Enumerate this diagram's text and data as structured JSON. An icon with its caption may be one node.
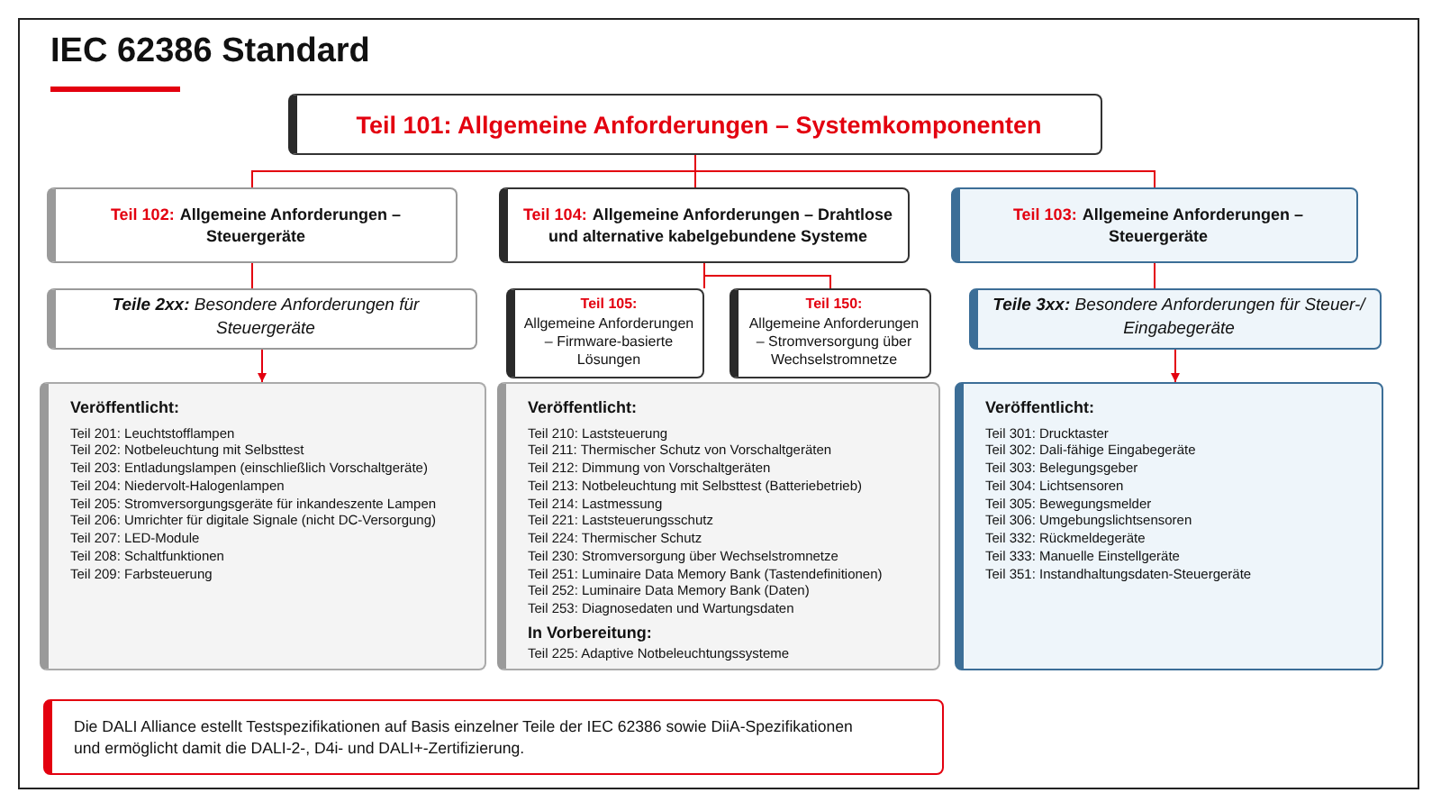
{
  "diagram": {
    "title": "IEC 62386 Standard",
    "nodes": [
      {
        "text": [
          "Teil 101: Allgemeine Anforderungen – Systemkomponenten"
        ]
      },
      {
        "text": [
          "Teil 102:",
          "Allgemeine Anforderungen – Steuergeräte"
        ]
      },
      {
        "text": [
          "Teil 104:",
          "Allgemeine Anforderungen – Drahtlose und alternative kabelgebundene Systeme"
        ]
      },
      {
        "text": [
          "Teil 103:",
          "Allgemeine Anforderungen – Steuergeräte"
        ]
      },
      {
        "text": [
          "**Teile 2xx:** Besondere Anforderungen für Steuergeräte"
        ]
      },
      {
        "text": [
          "Teil 105:",
          "Allgemeine Anforderungen – Firmware-basierte Lösungen"
        ]
      },
      {
        "text": [
          "Teil 150:",
          "Allgemeine Anforderungen – Stromversorgung über Wechselstromnetze"
        ]
      },
      {
        "text": [
          "**Teile 3xx:** Besondere Anforderungen für Steuer-/ Eingabegeräte"
        ]
      },
      {
        "text": [
          "Veröffentlicht:",
          "Teil 201: Leuchtstofflampen",
          "Teil 202: Notbeleuchtung mit Selbsttest",
          "Teil 203: Entladungslampen (einschließlich Vorschaltgeräte)",
          "Teil 204: Niedervolt-Halogenlampen",
          "Teil 205: Stromversorgungsgeräte für inkandeszente Lampen",
          "Teil 206: Umrichter für digitale Signale (nicht DC-Versorgung)",
          "Teil 207: LED-Module",
          "Teil 208: Schaltfunktionen",
          "Teil 209: Farbsteuerung"
        ]
      },
      {
        "text": [
          "Veröffentlicht:",
          "Teil 210: Laststeuerung",
          "Teil 211: Thermischer Schutz von Vorschaltgeräten",
          "Teil 212: Dimmung von Vorschaltgeräten",
          "Teil 213: Notbeleuchtung mit Selbsttest (Batteriebetrieb)",
          "Teil 214: Lastmessung",
          "Teil 221: Laststeuerungsschutz",
          "Teil 224: Thermischer Schutz",
          "Teil 230: Stromversorgung über Wechselstromnetze",
          "Teil 251: Luminaire Data Memory Bank (Tastendefinitionen)",
          "Teil 252: Luminaire Data Memory Bank (Daten)",
          "Teil 253: Diagnosedaten und Wartungsdaten",
          "In Vorbereitung:",
          "Teil 225: Adaptive Notbeleuchtungssysteme"
        ]
      },
      {
        "text": [
          "Veröffentlicht:",
          "Teil 301: Drucktaster",
          "Teil 302: Dali-fähige Eingabegeräte",
          "Teil 303: Belegungsgeber",
          "Teil 304: Lichtsensoren",
          "Teil 305: Bewegungsmelder",
          "Teil 306: Umgebungslichtsensoren",
          "Teil 332: Rückmeldegeräte",
          "Teil 333: Manuelle Einstellgeräte",
          "Teil 351: Instandhaltungsdaten-Steuergeräte"
        ]
      },
      {
        "text": [
          "Die DALI Alliance estellt Testspezifikationen auf Basis einzelner Teile der IEC 62386 sowie DiiA-Spezifikationen und ermöglicht damit die DALI-2-, D4i- und DALI+-Zertifizierung."
        ]
      }
    ],
    "edges": [
      {
        "from": 0,
        "to": 1,
        "arrow": "none"
      },
      {
        "from": 0,
        "to": 2,
        "arrow": "none"
      },
      {
        "from": 0,
        "to": 3,
        "arrow": "none"
      },
      {
        "from": 1,
        "to": 4,
        "arrow": "none"
      },
      {
        "from": 2,
        "to": 5,
        "arrow": "none"
      },
      {
        "from": 2,
        "to": 6,
        "arrow": "none"
      },
      {
        "from": 3,
        "to": 7,
        "arrow": "none"
      },
      {
        "from": 4,
        "to": 8,
        "arrow": "to"
      },
      {
        "from": 7,
        "to": 10,
        "arrow": "to"
      }
    ]
  }
}
